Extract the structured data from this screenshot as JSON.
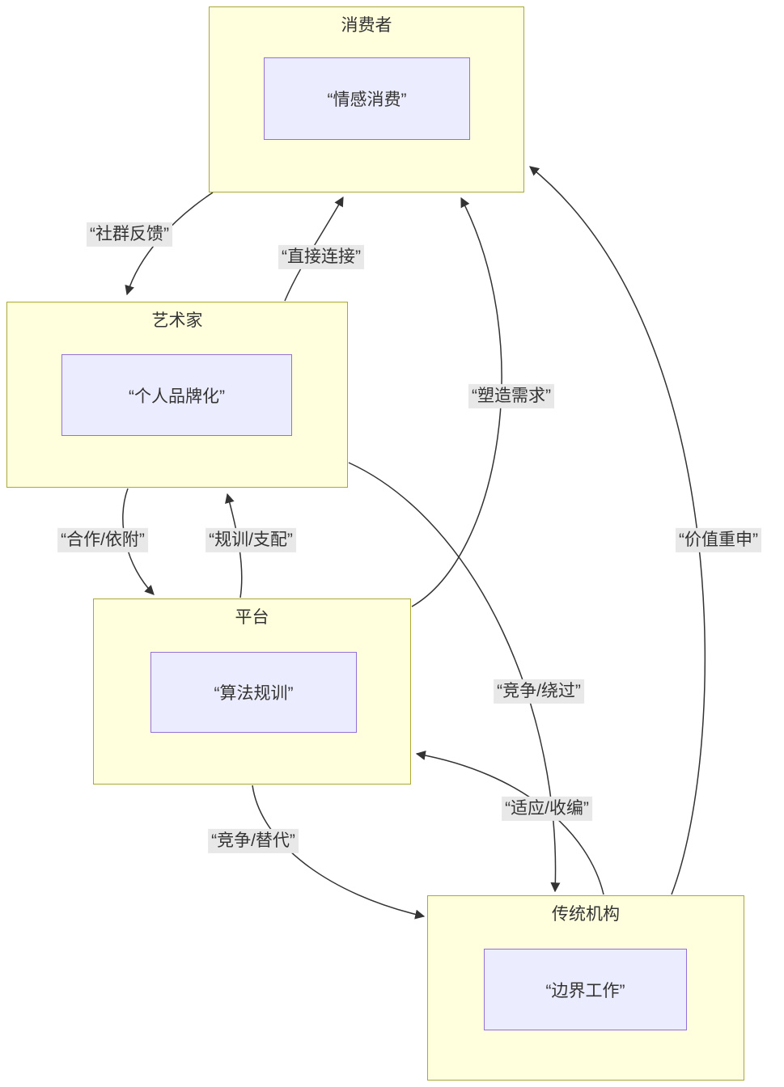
{
  "diagram": {
    "type": "flowchart",
    "nodes": {
      "consumer": {
        "title": "消费者",
        "inner": "“情感消费”"
      },
      "artist": {
        "title": "艺术家",
        "inner": "“个人品牌化”"
      },
      "platform": {
        "title": "平台",
        "inner": "“算法规训”"
      },
      "institution": {
        "title": "传统机构",
        "inner": "“边界工作”"
      }
    },
    "edges": {
      "consumer_artist": {
        "from": "消费者",
        "to": "艺术家",
        "label": "“社群反馈”"
      },
      "artist_consumer": {
        "from": "艺术家",
        "to": "消费者",
        "label": "“直接连接”"
      },
      "artist_platform": {
        "from": "艺术家",
        "to": "平台",
        "label": "“合作/依附”"
      },
      "platform_artist": {
        "from": "平台",
        "to": "艺术家",
        "label": "“规训/支配”"
      },
      "platform_consumer": {
        "from": "平台",
        "to": "消费者",
        "label": "“塑造需求”"
      },
      "artist_institution": {
        "from": "艺术家",
        "to": "传统机构",
        "label": "“竞争/绕过”"
      },
      "institution_consumer": {
        "from": "传统机构",
        "to": "消费者",
        "label": "“价值重申”"
      },
      "institution_platform": {
        "from": "传统机构",
        "to": "平台",
        "label": "“适应/收编”"
      },
      "platform_institution": {
        "from": "平台",
        "to": "传统机构",
        "label": "“竞争/替代”"
      }
    },
    "colors": {
      "subgraph_fill": "#ffffde",
      "subgraph_border": "#aaaa33",
      "node_fill": "#ECECFF",
      "node_border": "#9370DB",
      "edge": "#333333",
      "label_bg": "#e8e8e8"
    }
  }
}
